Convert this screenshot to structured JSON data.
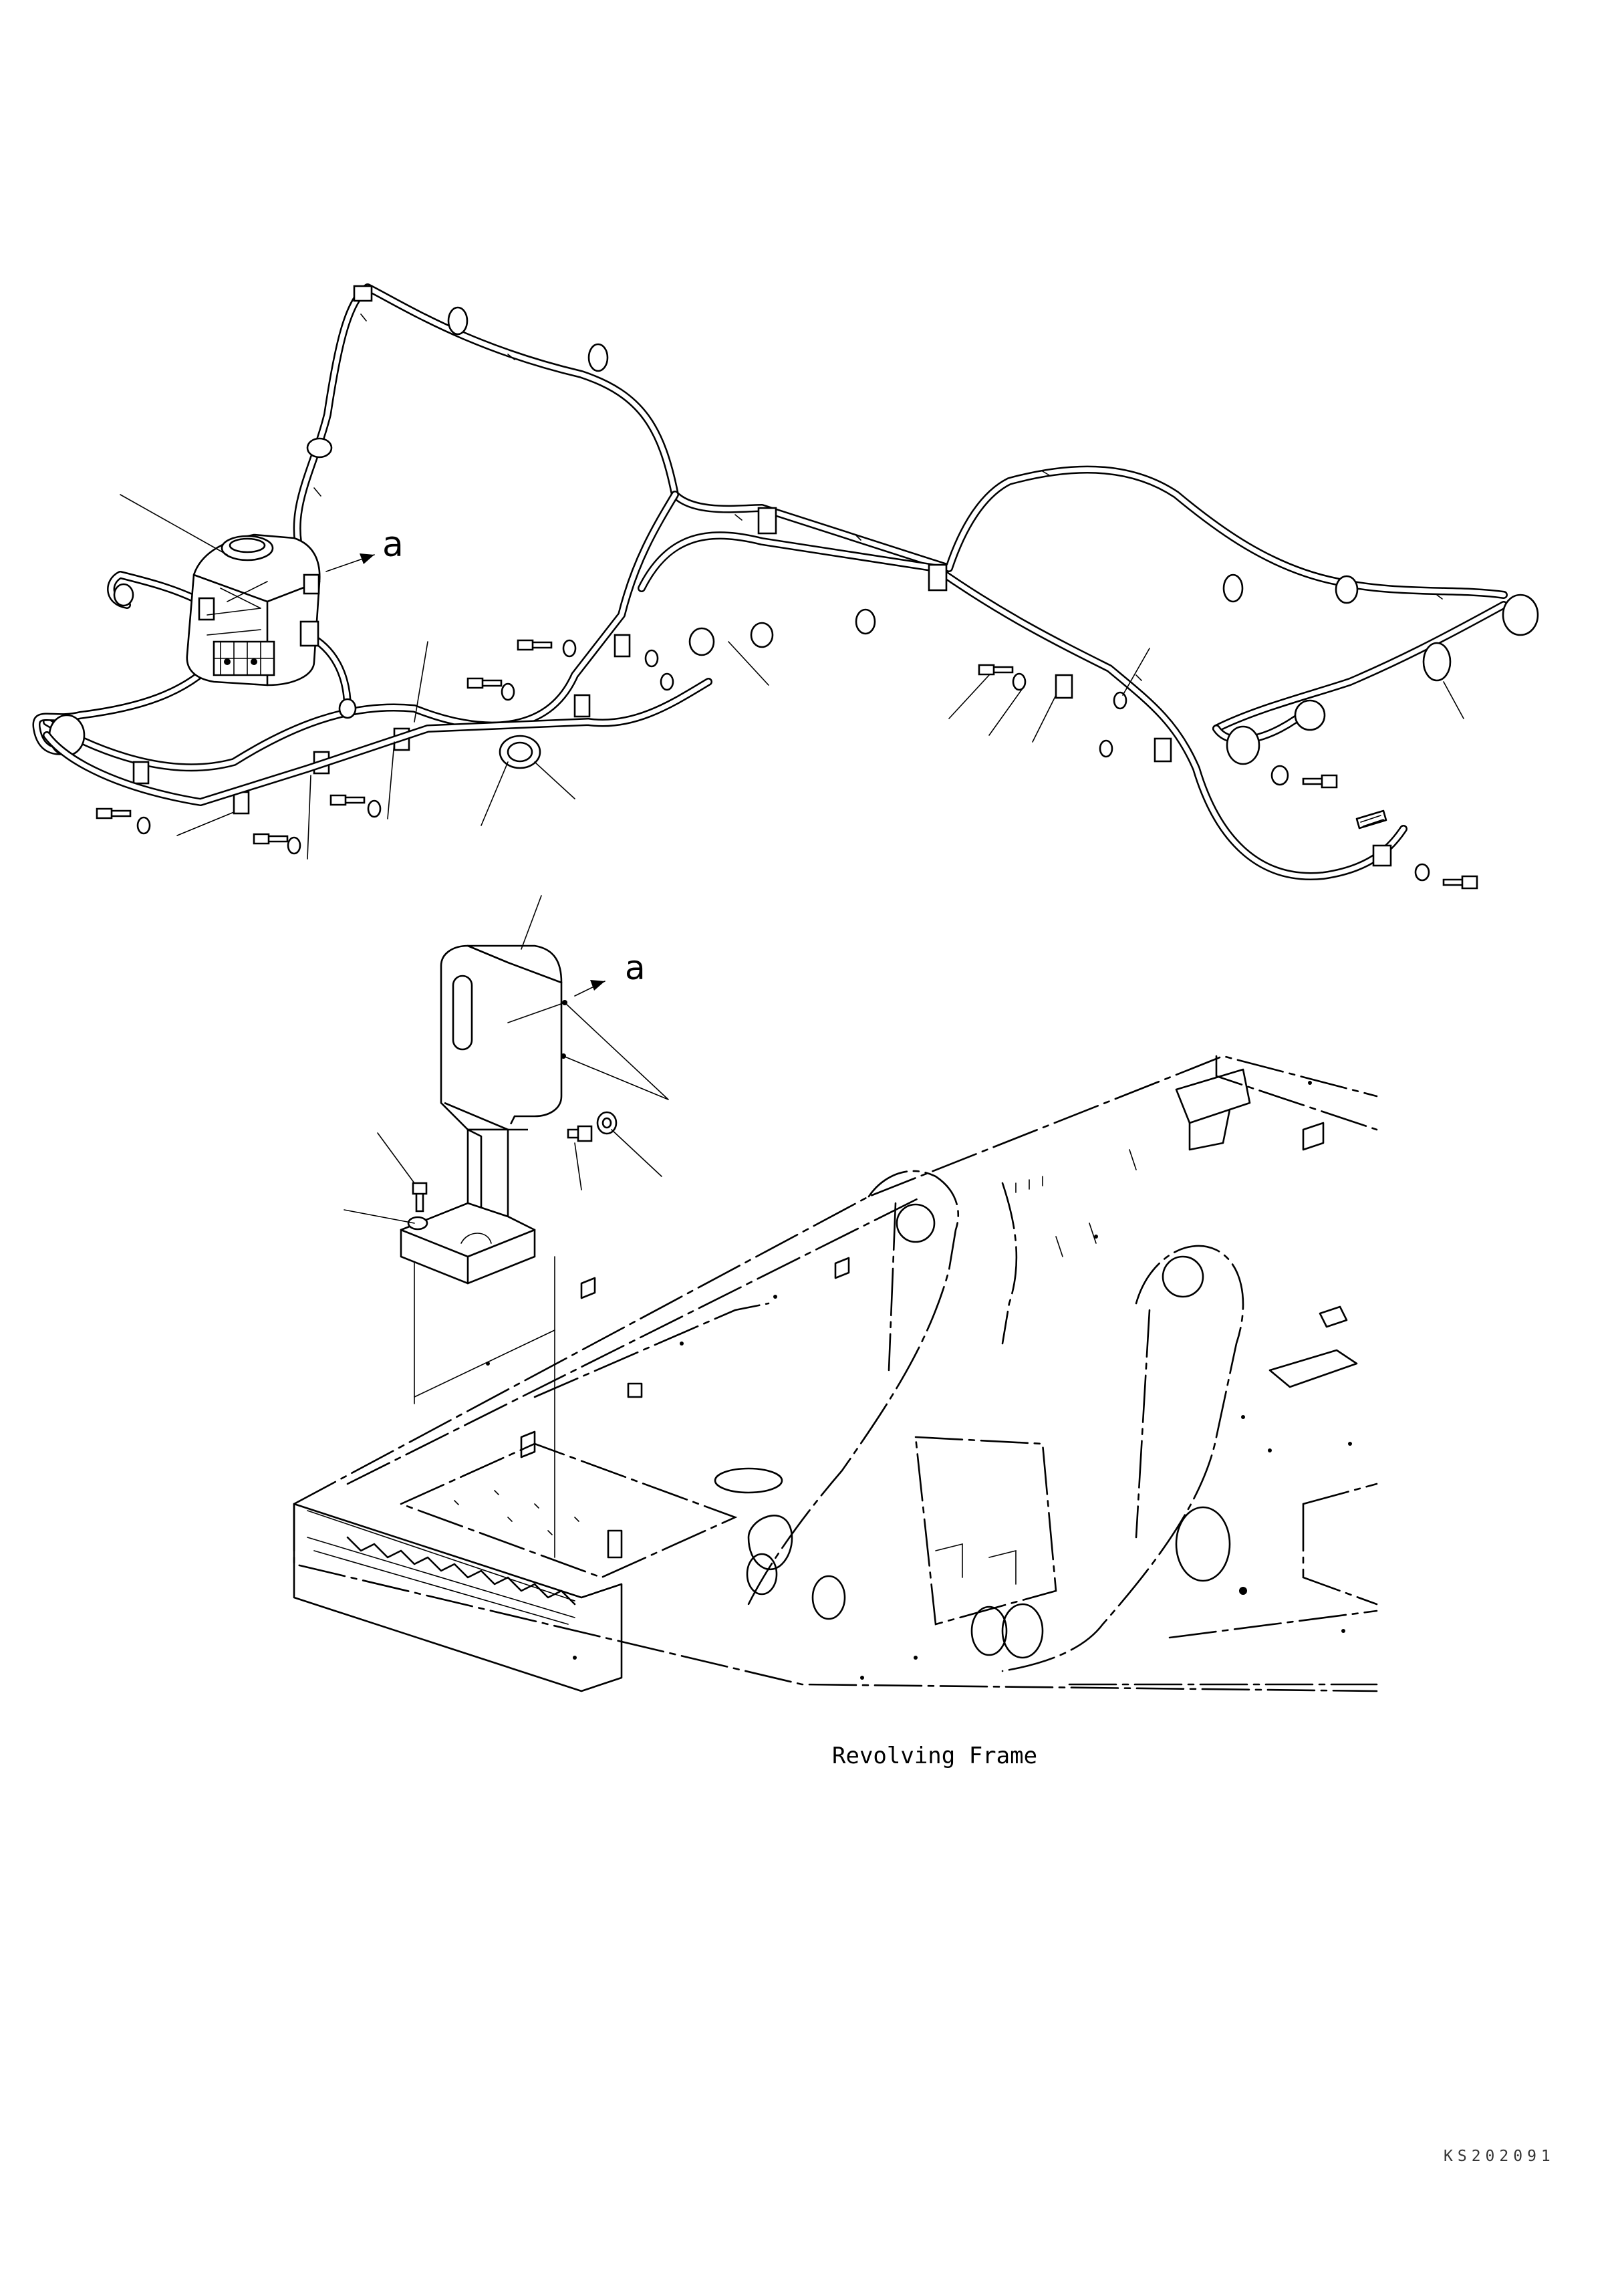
{
  "labels": {
    "view_marker_top": "a",
    "view_marker_bottom": "a"
  },
  "caption": "Revolving Frame",
  "drawing_code": "KS202091",
  "icons": [
    "washer-tank",
    "hose-clamp",
    "bolt",
    "washer",
    "grommet",
    "bracket",
    "revolving-frame"
  ]
}
